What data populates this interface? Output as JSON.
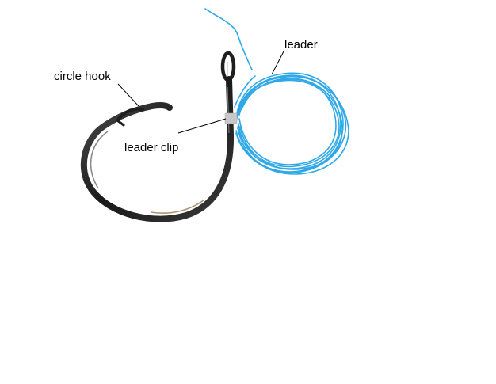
{
  "labels": {
    "circle_hook": "circle hook",
    "leader": "leader",
    "leader_clip": "leader clip"
  },
  "colors": {
    "background": "#ffffff",
    "hook_metal": "#1e1e1e",
    "leader_line": "#2ea8e6",
    "clip": "#c8c8c8",
    "pointer_line": "#000000"
  },
  "icons": [
    "circle-hook-icon",
    "leader-line-icon",
    "leader-clip-icon"
  ]
}
